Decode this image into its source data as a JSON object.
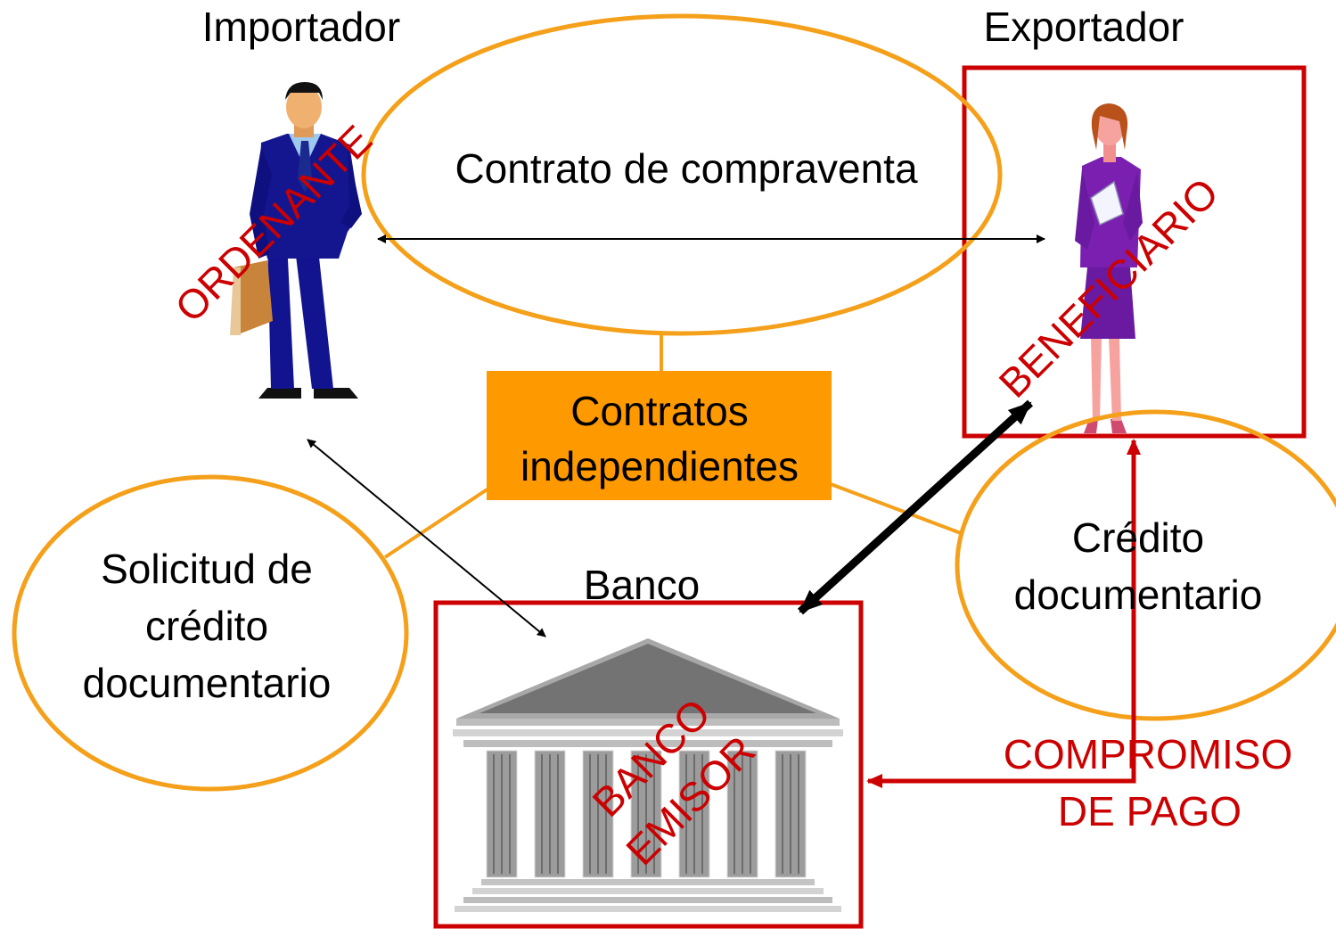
{
  "labels": {
    "importer": "Importador",
    "exporter": "Exportador",
    "bank": "Banco",
    "sales_contract": "Contrato de compraventa",
    "independent_contracts": [
      "Contratos",
      "independientes"
    ],
    "credit_application": [
      "Solicitud de",
      "crédito",
      "documentario"
    ],
    "documentary_credit": [
      "Crédito",
      "documentario"
    ],
    "payment_commitment": [
      "COMPROMISO",
      "DE PAGO"
    ]
  },
  "roles": {
    "applicant": "ORDENANTE",
    "beneficiary": "BENEFICIARIO",
    "issuing_bank": [
      "BANCO",
      "EMISOR"
    ]
  },
  "colors": {
    "orange_outline": "#f5a01a",
    "orange_fill": "#ff9900",
    "red": "#cc0000",
    "black": "#000000"
  }
}
